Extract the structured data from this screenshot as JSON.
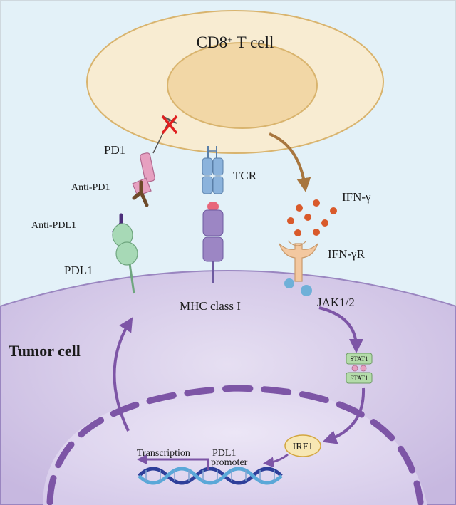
{
  "cells": {
    "t_cell": "CD8",
    "t_cell_sup": "+",
    "t_cell_suffix": " T cell",
    "tumor_cell": "Tumor cell"
  },
  "labels": {
    "pd1": "PD1",
    "anti_pd1": "Anti-PD1",
    "anti_pdl1": "Anti-PDL1",
    "pdl1": "PDL1",
    "tcr": "TCR",
    "mhc": "MHC class I",
    "ifn_gamma": "IFN-γ",
    "ifn_gamma_r": "IFN-γR",
    "jak": "JAK1/2",
    "stat1_top": "STAT1",
    "stat1_bottom": "STAT1",
    "irf1": "IRF1",
    "transcription": "Transcription",
    "pdl1_promoter_line1": "PDL1",
    "pdl1_promoter_line2": "promoter"
  },
  "colors": {
    "background": "#e3f1f8",
    "t_cell_fill": "#f8ecd2",
    "t_cell_stroke": "#d9b46e",
    "tumor_fill": "#d4c8e6",
    "nucleus_fill": "#e2daf0",
    "purple_dark": "#7d55a6",
    "brown_arrow": "#a8763e",
    "ifn_dot": "#d95a2b",
    "tcr_blue": "#8bb3dc",
    "mhc_purple": "#9c86c4",
    "pdl1_green": "#a7d9b6",
    "pd1_pink": "#e6a0c0",
    "antibody_brown": "#6d4a2a",
    "antibody_purple": "#4c2e7a",
    "receptor_peach": "#f3c8a0",
    "jak_blue": "#6fb0d8",
    "stat_green": "#b4dcaa",
    "irf_yellow": "#f7e7b4",
    "red_x": "#e02020"
  }
}
